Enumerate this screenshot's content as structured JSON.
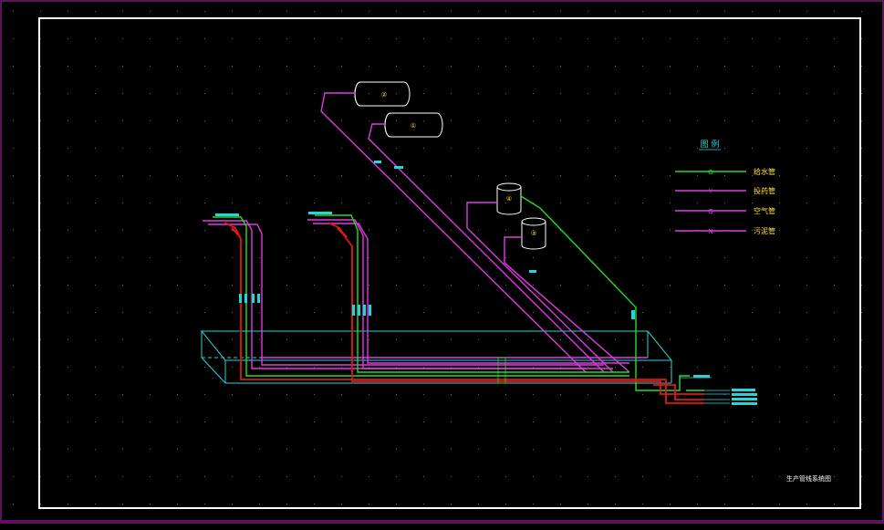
{
  "colors": {
    "background": "#000000",
    "frame": "#ffffff",
    "outer_frame": "#9a1e9a",
    "dots": "#6a6a6a",
    "water_pipe": "#22e022",
    "chemical_pipe": "#e23ae2",
    "air_pipe": "#e23ae2",
    "sludge_pipe": "#e23ae2",
    "red_pipe": "#e01818",
    "trench": "#2ad4d4",
    "tank": "#ffffff",
    "legend_title": "#2ad4d4",
    "legend_text": "#ffe23a",
    "label": "#2ad4d4"
  },
  "legend": {
    "title": "图 例",
    "items": [
      {
        "symbol": "G",
        "label": "给水管",
        "color": "#22e022"
      },
      {
        "symbol": "Y",
        "label": "投药管",
        "color": "#e23ae2"
      },
      {
        "symbol": "Q",
        "label": "空气管",
        "color": "#e23ae2"
      },
      {
        "symbol": "N",
        "label": "污泥管",
        "color": "#e23ae2"
      }
    ]
  },
  "tanks": [
    {
      "number": "②",
      "caption": ""
    },
    {
      "number": "①",
      "caption": ""
    },
    {
      "number": "④",
      "caption": ""
    },
    {
      "number": "③",
      "caption": ""
    }
  ],
  "drawing_title": "生产管线系统图"
}
